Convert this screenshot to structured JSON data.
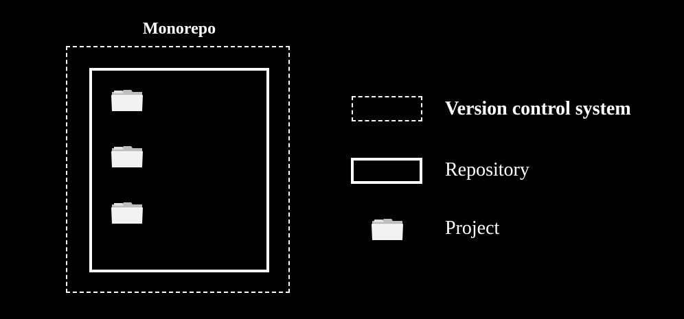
{
  "diagram": {
    "title": "Monorepo",
    "project_icons": [
      "folder-icon",
      "folder-icon",
      "folder-icon"
    ]
  },
  "legend": {
    "items": [
      {
        "swatch": "dashed-box",
        "label": "Version control system"
      },
      {
        "swatch": "solid-box",
        "label": "Repository"
      },
      {
        "swatch": "folder-icon",
        "label": "Project"
      }
    ]
  },
  "colors": {
    "background": "#000000",
    "foreground": "#ffffff",
    "folder_fill": "#f2f2f2",
    "folder_shade": "#bdbdbd"
  }
}
